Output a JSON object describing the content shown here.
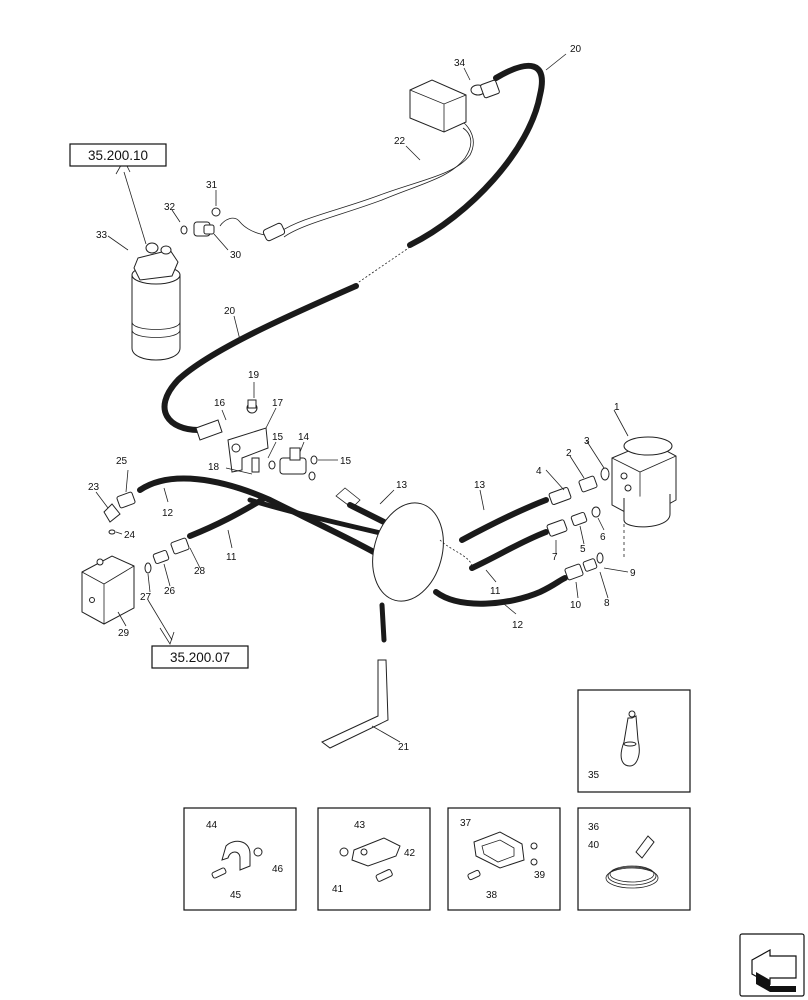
{
  "diagram": {
    "callouts": [
      {
        "id": "c1",
        "text": "1"
      },
      {
        "id": "c2",
        "text": "2"
      },
      {
        "id": "c3",
        "text": "3"
      },
      {
        "id": "c4",
        "text": "4"
      },
      {
        "id": "c5",
        "text": "5"
      },
      {
        "id": "c6",
        "text": "6"
      },
      {
        "id": "c7",
        "text": "7"
      },
      {
        "id": "c8",
        "text": "8"
      },
      {
        "id": "c9",
        "text": "9"
      },
      {
        "id": "c10",
        "text": "10"
      },
      {
        "id": "c11a",
        "text": "11"
      },
      {
        "id": "c11b",
        "text": "11"
      },
      {
        "id": "c12a",
        "text": "12"
      },
      {
        "id": "c12b",
        "text": "12"
      },
      {
        "id": "c13a",
        "text": "13"
      },
      {
        "id": "c13b",
        "text": "13"
      },
      {
        "id": "c14",
        "text": "14"
      },
      {
        "id": "c15a",
        "text": "15"
      },
      {
        "id": "c15b",
        "text": "15"
      },
      {
        "id": "c16",
        "text": "16"
      },
      {
        "id": "c17",
        "text": "17"
      },
      {
        "id": "c18",
        "text": "18"
      },
      {
        "id": "c19",
        "text": "19"
      },
      {
        "id": "c20a",
        "text": "20"
      },
      {
        "id": "c20b",
        "text": "20"
      },
      {
        "id": "c21",
        "text": "21"
      },
      {
        "id": "c22",
        "text": "22"
      },
      {
        "id": "c23",
        "text": "23"
      },
      {
        "id": "c24",
        "text": "24"
      },
      {
        "id": "c25",
        "text": "25"
      },
      {
        "id": "c26",
        "text": "26"
      },
      {
        "id": "c27",
        "text": "27"
      },
      {
        "id": "c28",
        "text": "28"
      },
      {
        "id": "c29",
        "text": "29"
      },
      {
        "id": "c30",
        "text": "30"
      },
      {
        "id": "c31",
        "text": "31"
      },
      {
        "id": "c32",
        "text": "32"
      },
      {
        "id": "c33",
        "text": "33"
      },
      {
        "id": "c34",
        "text": "34"
      },
      {
        "id": "c35",
        "text": "35"
      },
      {
        "id": "c36",
        "text": "36"
      },
      {
        "id": "c37",
        "text": "37"
      },
      {
        "id": "c38",
        "text": "38"
      },
      {
        "id": "c39",
        "text": "39"
      },
      {
        "id": "c40",
        "text": "40"
      },
      {
        "id": "c41",
        "text": "41"
      },
      {
        "id": "c42",
        "text": "42"
      },
      {
        "id": "c43",
        "text": "43"
      },
      {
        "id": "c44",
        "text": "44"
      },
      {
        "id": "c45",
        "text": "45"
      },
      {
        "id": "c46",
        "text": "46"
      }
    ],
    "references": [
      {
        "id": "r1",
        "text": "35.200.10"
      },
      {
        "id": "r2",
        "text": "35.200.07"
      }
    ],
    "nav_icon": "next-page-arrow-icon"
  }
}
